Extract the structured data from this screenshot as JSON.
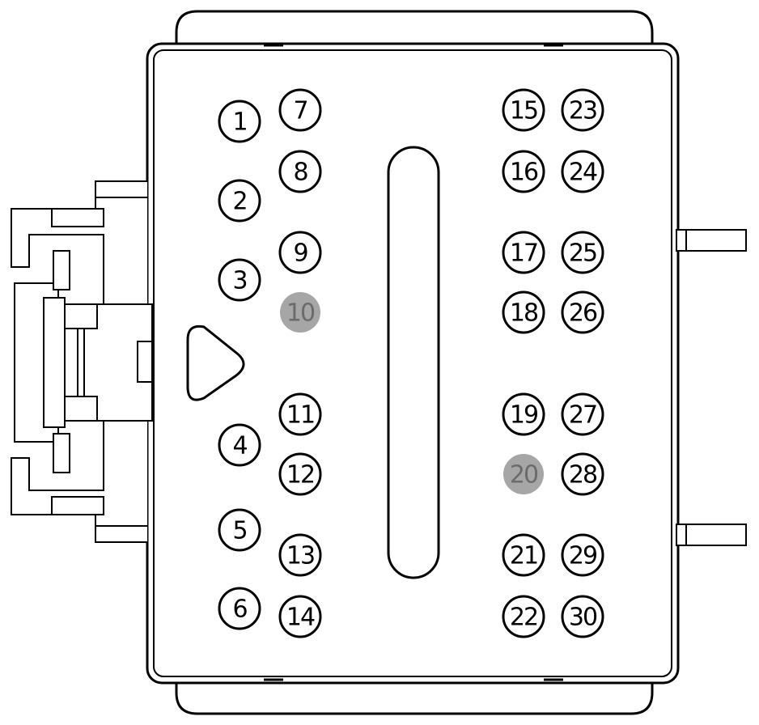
{
  "connector": {
    "pins": [
      {
        "label": "1",
        "empty": false
      },
      {
        "label": "2",
        "empty": false
      },
      {
        "label": "3",
        "empty": false
      },
      {
        "label": "4",
        "empty": false
      },
      {
        "label": "5",
        "empty": false
      },
      {
        "label": "6",
        "empty": false
      },
      {
        "label": "7",
        "empty": false
      },
      {
        "label": "8",
        "empty": false
      },
      {
        "label": "9",
        "empty": false
      },
      {
        "label": "10",
        "empty": true
      },
      {
        "label": "11",
        "empty": false
      },
      {
        "label": "12",
        "empty": false
      },
      {
        "label": "13",
        "empty": false
      },
      {
        "label": "14",
        "empty": false
      },
      {
        "label": "15",
        "empty": false
      },
      {
        "label": "16",
        "empty": false
      },
      {
        "label": "17",
        "empty": false
      },
      {
        "label": "18",
        "empty": false
      },
      {
        "label": "19",
        "empty": false
      },
      {
        "label": "20",
        "empty": true
      },
      {
        "label": "21",
        "empty": false
      },
      {
        "label": "22",
        "empty": false
      },
      {
        "label": "23",
        "empty": false
      },
      {
        "label": "24",
        "empty": false
      },
      {
        "label": "25",
        "empty": false
      },
      {
        "label": "26",
        "empty": false
      },
      {
        "label": "27",
        "empty": false
      },
      {
        "label": "28",
        "empty": false
      },
      {
        "label": "29",
        "empty": false
      },
      {
        "label": "30",
        "empty": false
      }
    ],
    "colors": {
      "outline": "#000000",
      "body": "#ffffff",
      "empty_cavity_fill": "#a6a6a6",
      "empty_cavity_text": "#6b6b6b"
    }
  }
}
